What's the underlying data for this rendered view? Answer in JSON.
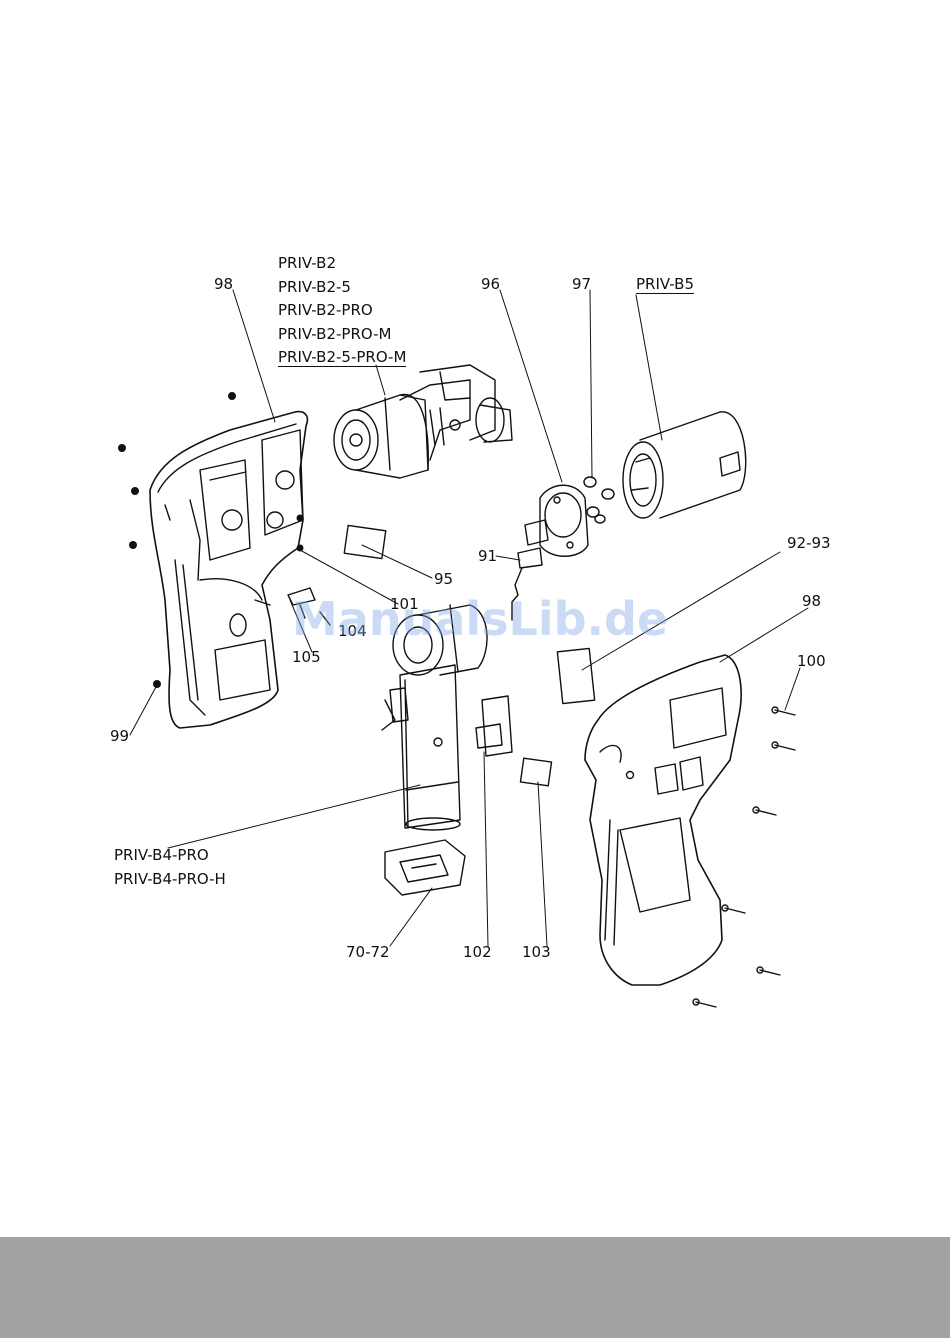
{
  "model_group_top": [
    "PRIV-B2",
    "PRIV-B2-5",
    "PRIV-B2-PRO",
    "PRIV-B2-PRO-M",
    "PRIV-B2-5-PRO-M"
  ],
  "model_group_bottom": [
    "PRIV-B4-PRO",
    "PRIV-B4-PRO-H"
  ],
  "model_b5": "PRIV-B5",
  "labels": {
    "98_left": "98",
    "96": "96",
    "97": "97",
    "95": "95",
    "91": "91",
    "92_93": "92-93",
    "98_right": "98",
    "101": "101",
    "104": "104",
    "105": "105",
    "100": "100",
    "99": "99",
    "70_72": "70-72",
    "102": "102",
    "103": "103"
  },
  "watermark": "ManualsLib.de",
  "colors": {
    "footer": "#a3a3a3",
    "line": "#111111",
    "watermark": "#82aae6"
  }
}
